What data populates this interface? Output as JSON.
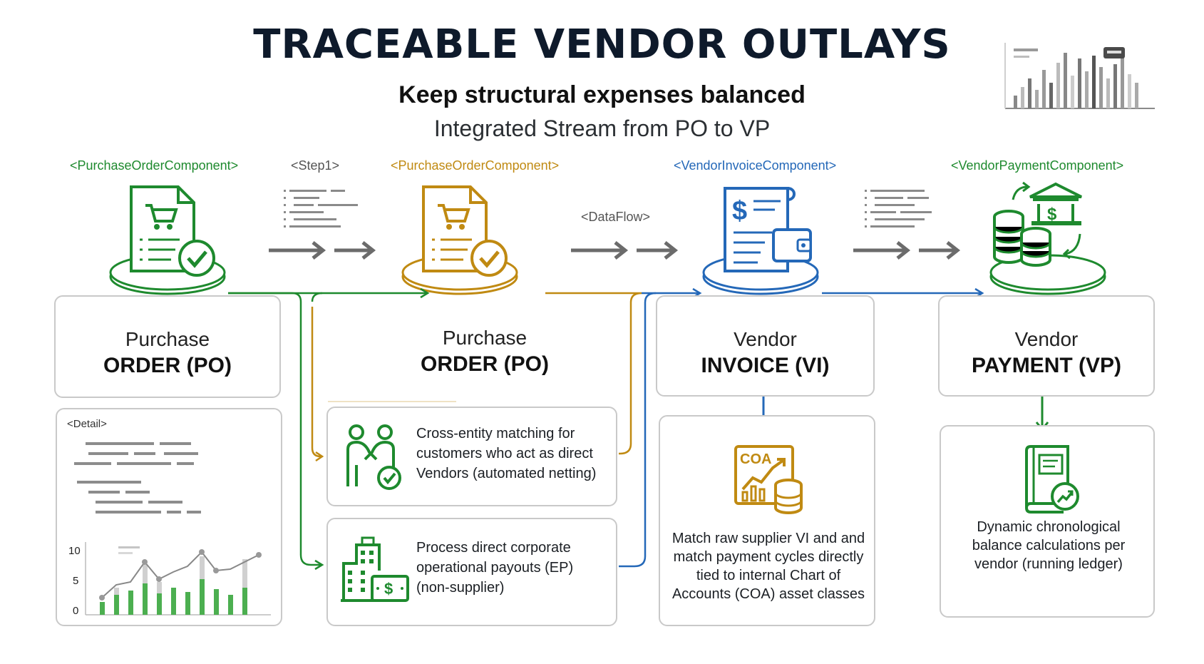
{
  "header": {
    "title": "TRACEABLE VENDOR OUTLAYS",
    "subtitle": "Keep structural expenses balanced",
    "subtitle2": "Integrated Stream from PO to VP"
  },
  "tags": {
    "po1": "<PurchaseOrderComponent>",
    "step1": "<Step1>",
    "po2": "<PurchaseOrderComponent>",
    "dataflow": "<DataFlow>",
    "vi": "<VendorInvoiceComponent>",
    "vp": "<VendorPaymentComponent>"
  },
  "stages": [
    {
      "line1": "Purchase",
      "line2": "ORDER (PO)"
    },
    {
      "line1": "Purchase",
      "line2": "ORDER (PO)"
    },
    {
      "line1": "Vendor",
      "line2": "INVOICE (VI)"
    },
    {
      "line1": "Vendor",
      "line2": "PAYMENT (VP)"
    }
  ],
  "detail": {
    "label": "<Detail>",
    "chart": {
      "y_ticks": [
        "10",
        "5",
        "0"
      ]
    }
  },
  "cards": {
    "matching": "Cross-entity matching for customers who act as direct Vendors (automated netting)",
    "payouts": "Process direct corporate operational payouts (EP) (non-supplier)",
    "coa_icon_text": "COA",
    "coa": "Match raw supplier VI and and match payment cycles directly tied to internal Chart of Accounts (COA) asset classes",
    "ledger": "Dynamic chronological balance calculations per vendor (running ledger)"
  },
  "colors": {
    "green": "#1e8a2e",
    "gold": "#c08a12",
    "blue": "#2468b8",
    "navy": "#0e1a2b",
    "arrow_gray": "#6b6b6b"
  }
}
